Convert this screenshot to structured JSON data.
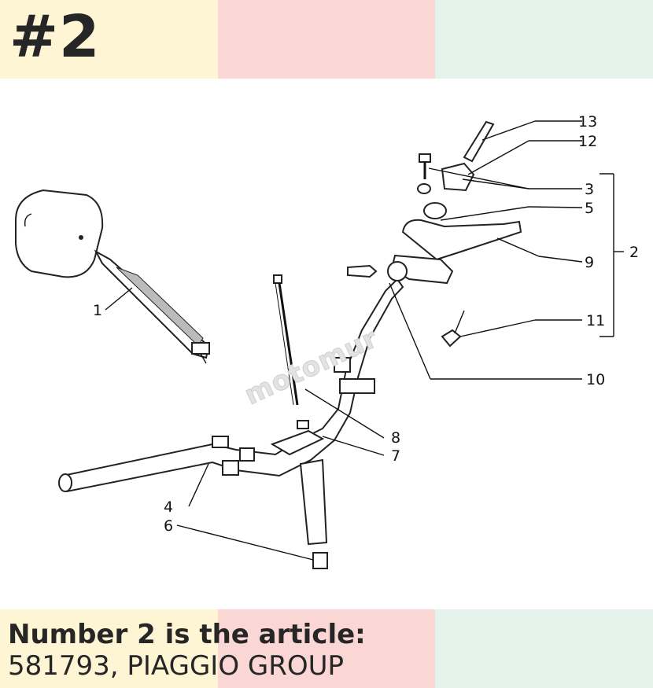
{
  "header": {
    "badge": "#2"
  },
  "caption": {
    "line1": "Number 2 is the article:",
    "line2": "581793, PIAGGIO GROUP"
  },
  "diagram": {
    "watermark": "motomur",
    "callouts": [
      "1",
      "2",
      "3",
      "4",
      "5",
      "6",
      "7",
      "8",
      "9",
      "10",
      "11",
      "12",
      "13"
    ]
  },
  "colors": {
    "band_yellow": "#fdf5d3",
    "band_pink": "#fad7d5",
    "band_green": "#e3f2ea",
    "text": "#262626"
  }
}
